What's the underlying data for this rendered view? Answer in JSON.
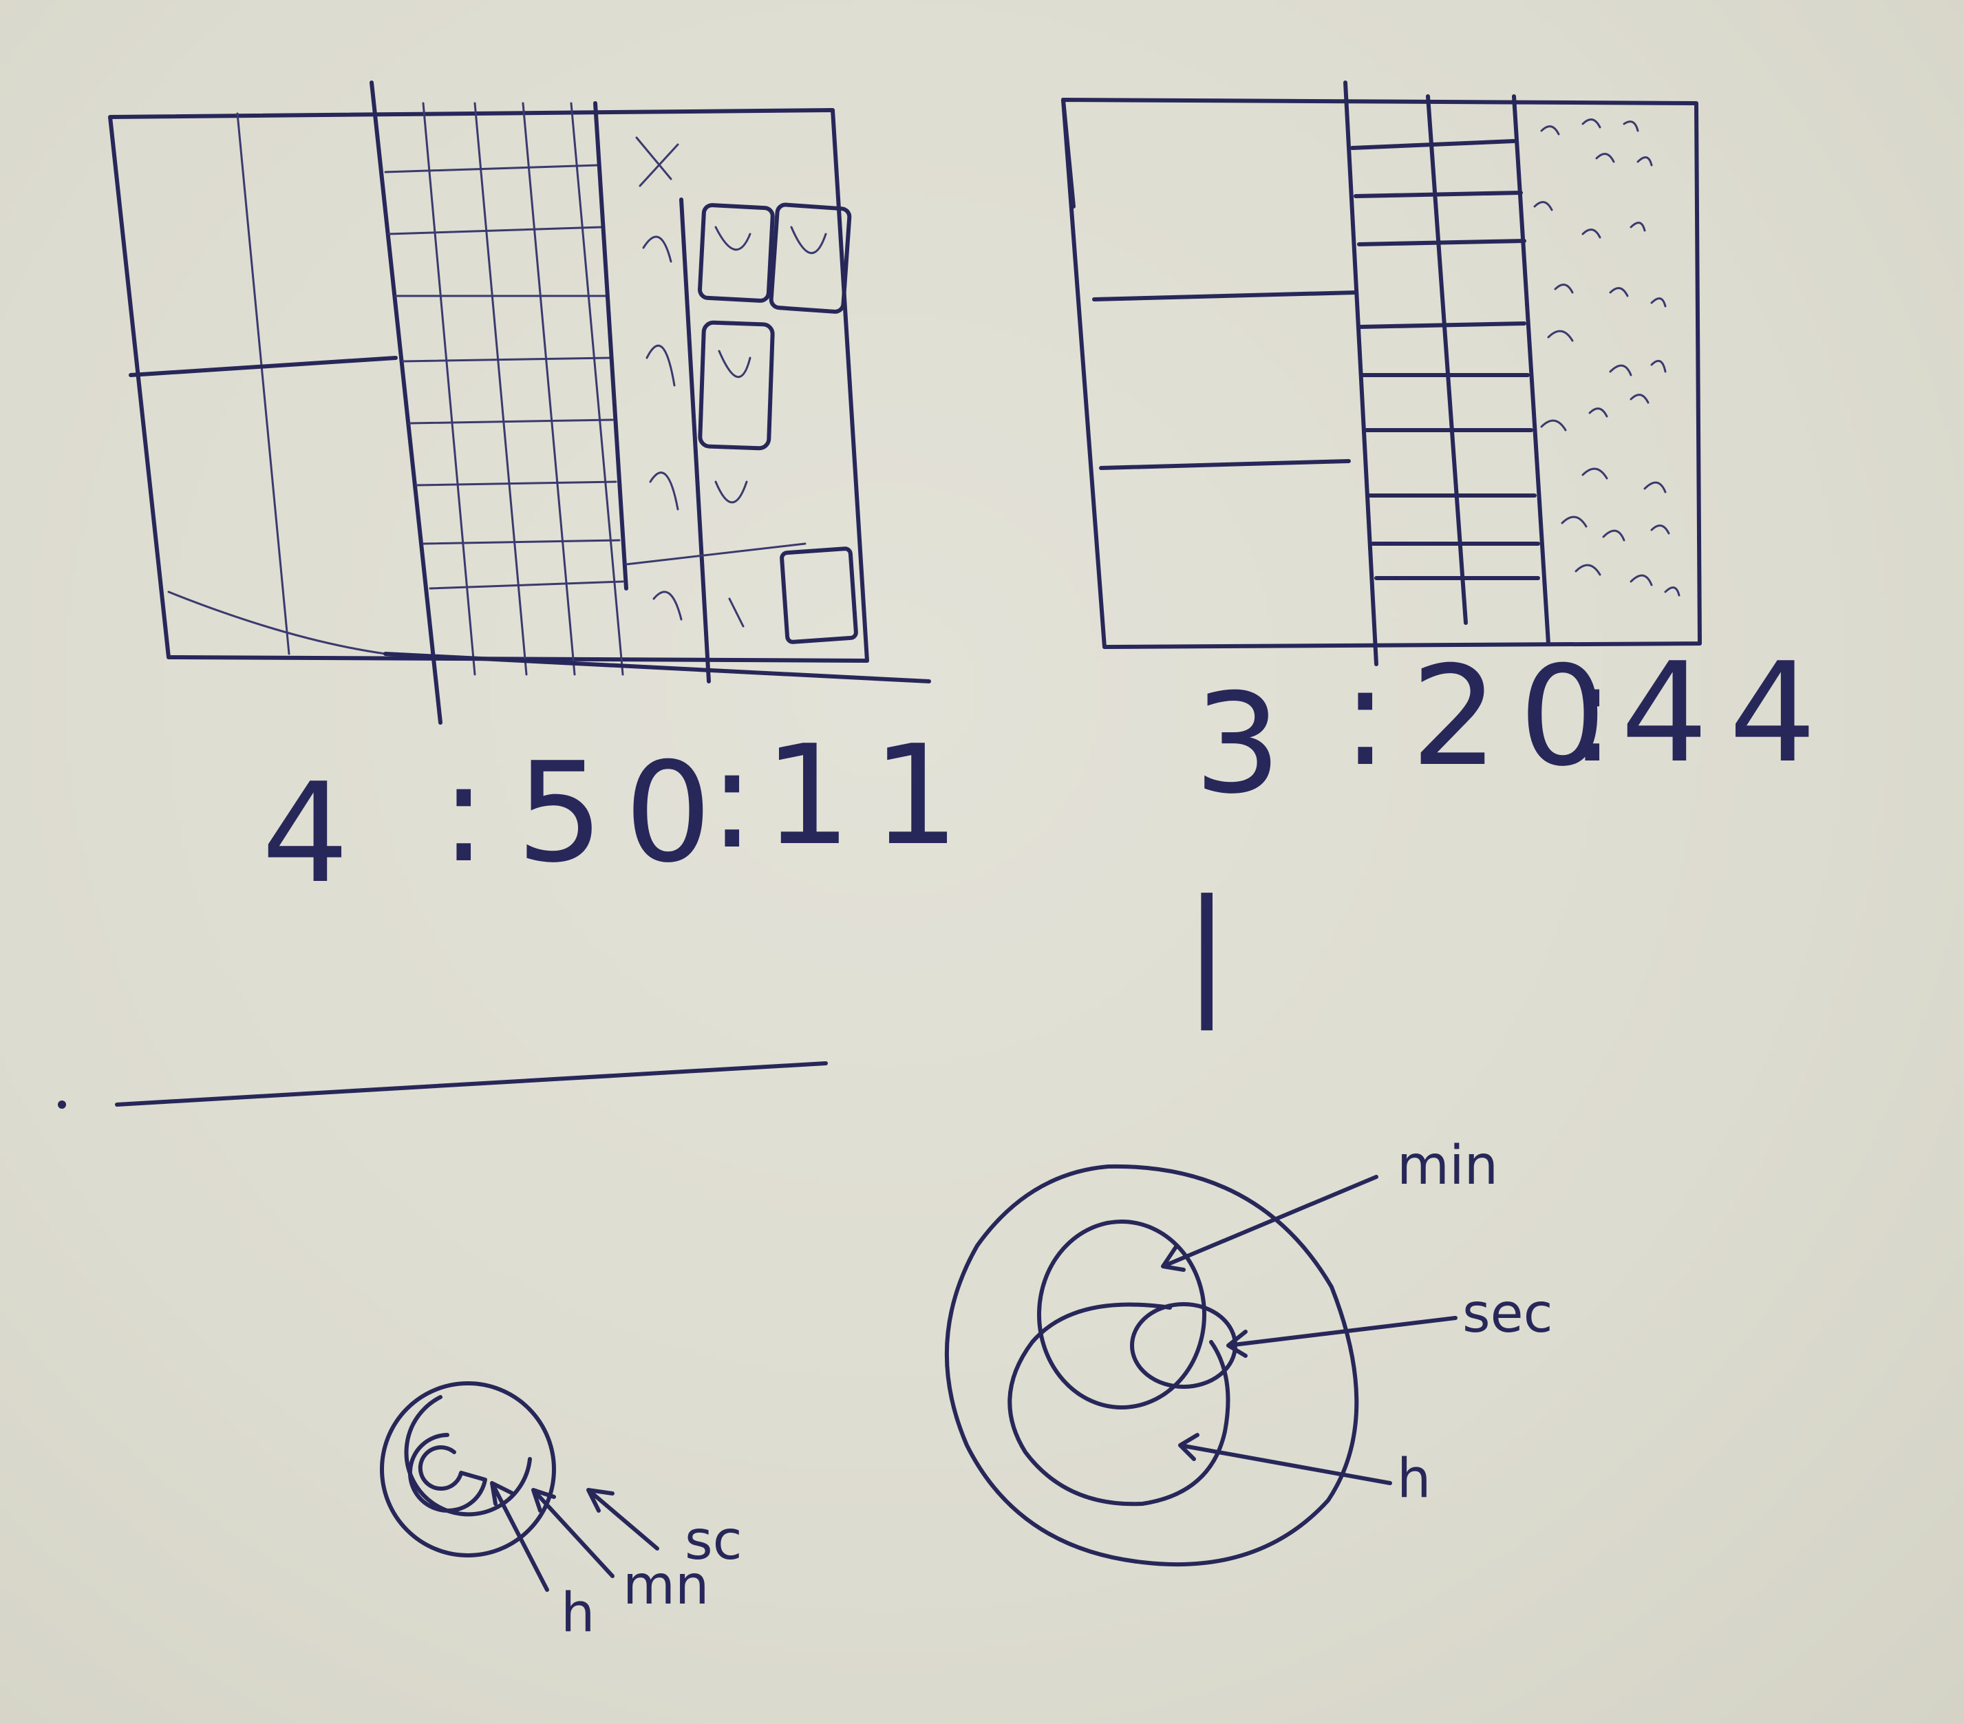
{
  "sketch1": {
    "time": {
      "h": "4",
      "m": "50",
      "s": "11"
    }
  },
  "sketch2": {
    "time": {
      "h": "3",
      "m": "20",
      "s": "44"
    }
  },
  "separator_mark": "|",
  "rings_small": {
    "labels": {
      "sec": "sc",
      "min": "mn",
      "hour": "h"
    }
  },
  "rings_large": {
    "labels": {
      "min": "min",
      "sec": "sec",
      "hour": "h"
    }
  }
}
